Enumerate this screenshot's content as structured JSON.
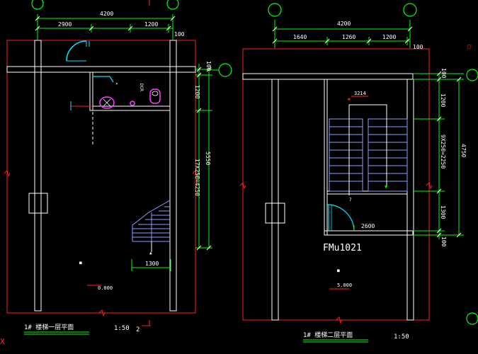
{
  "colors": {
    "background": "#000000",
    "dimension": "#00ff00",
    "wall_outline": "#ffffff",
    "axis_line": "#ff2020",
    "stair_lines": "#8aa0ff",
    "door_swing": "#00e5ff",
    "fixtures": "#ff40ff",
    "label_text": "#ffffff"
  },
  "plan_left": {
    "dims_top": {
      "overall": "4200",
      "segments": [
        "2900",
        "1200"
      ],
      "edge": "100"
    },
    "dims_right": {
      "top_edge": "100",
      "upper": "1200",
      "total": "5550",
      "run": "17X250=4250"
    },
    "dim_bottom_stair": "1300",
    "level_label": "0.000",
    "caption": "1# 楼梯一层平面",
    "scale": "1:50",
    "section_mark": "2",
    "small_label": "DCR"
  },
  "plan_right": {
    "dims_top": {
      "overall": "4200",
      "segments": [
        "1640",
        "1260",
        "1200"
      ],
      "edge": "100"
    },
    "dims_right": {
      "top_edge": "100",
      "upper": "1200",
      "run": "9X250=2250",
      "lower": "1300",
      "bottom_edge": "100",
      "total": "4750"
    },
    "stair_label": "3214",
    "dim_door": "2600",
    "door_label": "FMu1021",
    "level_label": "5.000",
    "caption": "1# 楼梯二层平面",
    "scale": "1:50"
  },
  "corner_mark": "X"
}
